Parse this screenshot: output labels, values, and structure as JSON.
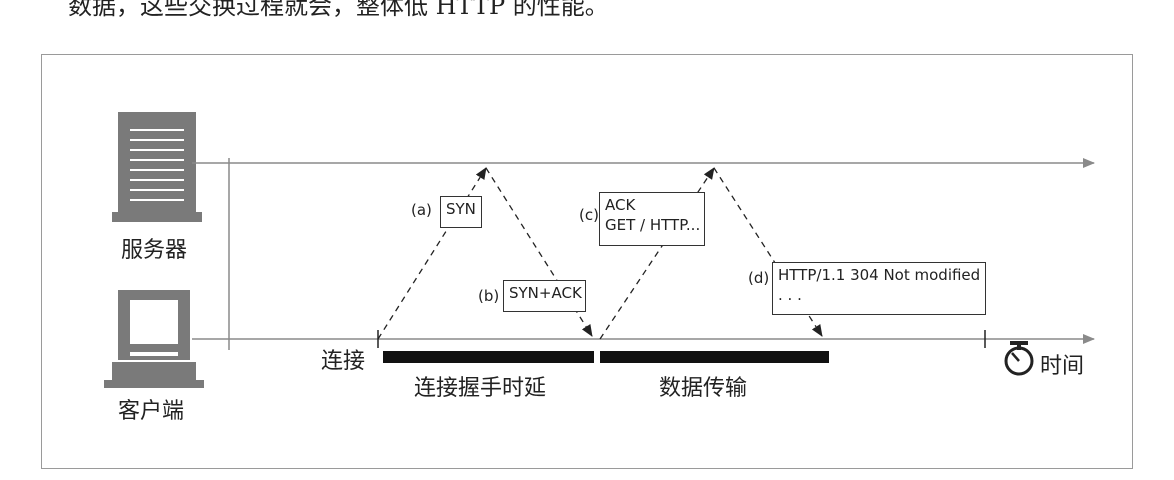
{
  "top_text": "数据，这些交换过程就会，整体低 HTTP 的性能。",
  "server_label": "服务器",
  "client_label": "客户端",
  "connect_label": "连接",
  "handshake_label": "连接握手时延",
  "transfer_label": "数据传输",
  "time_label": "时间",
  "steps": {
    "a": {
      "tag": "(a)",
      "lines": [
        "SYN"
      ]
    },
    "b": {
      "tag": "(b)",
      "lines": [
        "SYN+ACK"
      ]
    },
    "c": {
      "tag": "(c)",
      "lines": [
        "ACK",
        "GET / HTTP..."
      ]
    },
    "d": {
      "tag": "(d)",
      "lines": [
        "HTTP/1.1 304 Not modified",
        ". . ."
      ]
    }
  },
  "icons": {
    "server": "server-icon",
    "client": "computer-icon",
    "timer": "stopwatch-icon"
  },
  "colors": {
    "line": "#8a8a8a",
    "icon": "#7a7a7a",
    "bar": "#111111",
    "frame": "#9a9a9a"
  }
}
